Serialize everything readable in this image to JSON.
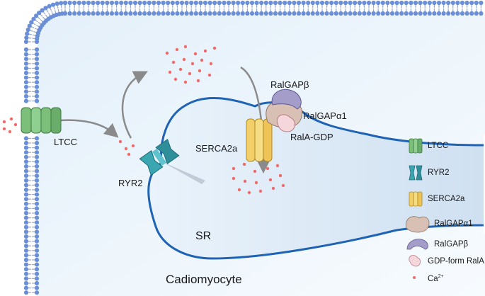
{
  "diagram": {
    "cell_label": "Cadiomyocyte",
    "sr_label": "SR",
    "channel_labels": {
      "ltcc": "LTCC",
      "ryr2": "RYR2",
      "serca2a": "SERCA2a",
      "ralgap_beta": "RalGAPβ",
      "ralgap_alpha1": "RalGAPα1",
      "rala_gdp": "RalA-GDP"
    },
    "colors": {
      "membrane_head": "#6a8fd6",
      "membrane_tail": "#9aa9c8",
      "cytoplasm": "#edf5fc",
      "sr_outline": "#1f63b4",
      "sr_fill": "#dbe9f6",
      "ltcc": "#7bbf7b",
      "ryr2": "#3aa6b2",
      "serca2a": "#f2cf68",
      "ralgap_alpha1": "#d8c1b4",
      "ralgap_beta": "#a49cc9",
      "rala": "#f5d6db",
      "calcium": "#ee6b6b",
      "arrow": "#8a8a8a"
    }
  },
  "legend": {
    "items": [
      {
        "label": "LTCC",
        "icon": "ltcc-icon"
      },
      {
        "label": "RYR2",
        "icon": "ryr2-icon"
      },
      {
        "label": "SERCA2a",
        "icon": "serca2a-icon"
      },
      {
        "label": "RalGAPα1",
        "icon": "ralgap-alpha1-icon"
      },
      {
        "label": "RalGAPβ",
        "icon": "ralgap-beta-icon"
      },
      {
        "label": "GDP-form RalA",
        "icon": "rala-icon"
      }
    ],
    "ca_label": "Ca",
    "ca_superscript": "2+"
  }
}
